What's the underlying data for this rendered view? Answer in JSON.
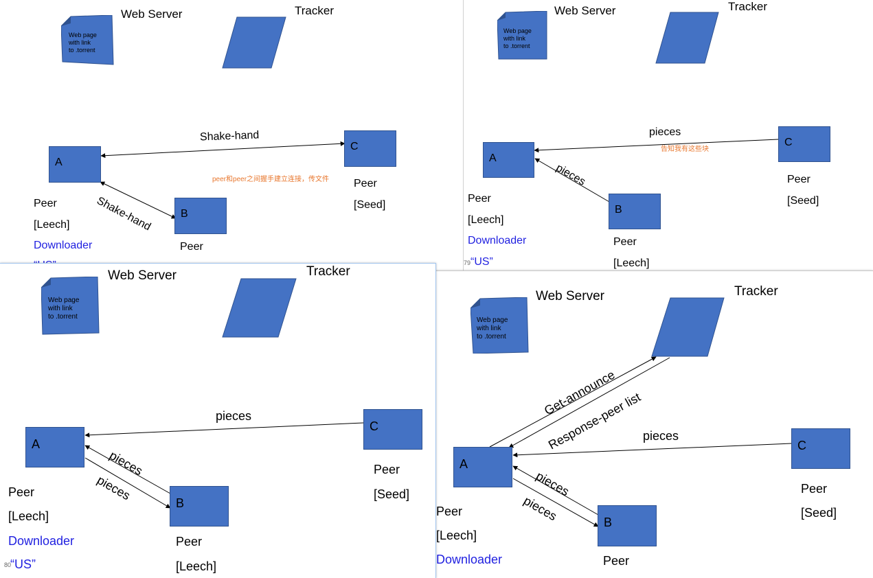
{
  "slide1": {
    "web_server": "Web Server",
    "tracker": "Tracker",
    "doc_text": "Web page\nwith link\nto .torrent",
    "peer_a": "A",
    "peer_b": "B",
    "peer_c": "C",
    "arrow_ac": "Shake-hand",
    "arrow_ab": "Shake-hand",
    "note": "peer和peer之间握手建立连接，传文件",
    "a_peer": "Peer",
    "a_role": "[Leech]",
    "a_downloader": "Downloader",
    "a_us": "“US”",
    "b_peer": "Peer",
    "c_peer": "Peer",
    "c_role": "[Seed]"
  },
  "slide2": {
    "web_server": "Web Server",
    "tracker": "Tracker",
    "doc_text": "Web page\nwith link\nto .torrent",
    "peer_a": "A",
    "peer_b": "B",
    "peer_c": "C",
    "arrow_ca": "pieces",
    "note": "告知我有这些块",
    "arrow_ba": "pieces",
    "a_peer": "Peer",
    "a_role": "[Leech]",
    "a_downloader": "Downloader",
    "a_us": "“US”",
    "slide_number": "79",
    "b_peer": "Peer",
    "b_role": "[Leech]",
    "c_peer": "Peer",
    "c_role": "[Seed]"
  },
  "slide3": {
    "web_server": "Web Server",
    "tracker": "Tracker",
    "doc_text": "Web page\nwith link\nto .torrent",
    "peer_a": "A",
    "peer_b": "B",
    "peer_c": "C",
    "arrow_ca": "pieces",
    "arrow_ba": "pieces",
    "arrow_ab": "pieces",
    "a_peer": "Peer",
    "a_role": "[Leech]",
    "a_downloader": "Downloader",
    "a_us": "“US”",
    "slide_number": "80",
    "b_peer": "Peer",
    "b_role": "[Leech]",
    "c_peer": "Peer",
    "c_role": "[Seed]"
  },
  "slide4": {
    "web_server": "Web Server",
    "tracker": "Tracker",
    "doc_text": "Web page\nwith link\nto .torrent",
    "peer_a": "A",
    "peer_b": "B",
    "peer_c": "C",
    "arrow_at": "Get-announce",
    "arrow_ta": "Response-peer list",
    "arrow_ca": "pieces",
    "arrow_ba": "pieces",
    "arrow_ab": "pieces",
    "a_peer": "Peer",
    "a_role": "[Leech]",
    "a_downloader": "Downloader",
    "b_peer": "Peer",
    "c_peer": "Peer",
    "c_role": "[Seed]"
  },
  "colors": {
    "box_fill": "#4472c4",
    "downloader": "#1f1fe0",
    "note": "#e8772e"
  }
}
